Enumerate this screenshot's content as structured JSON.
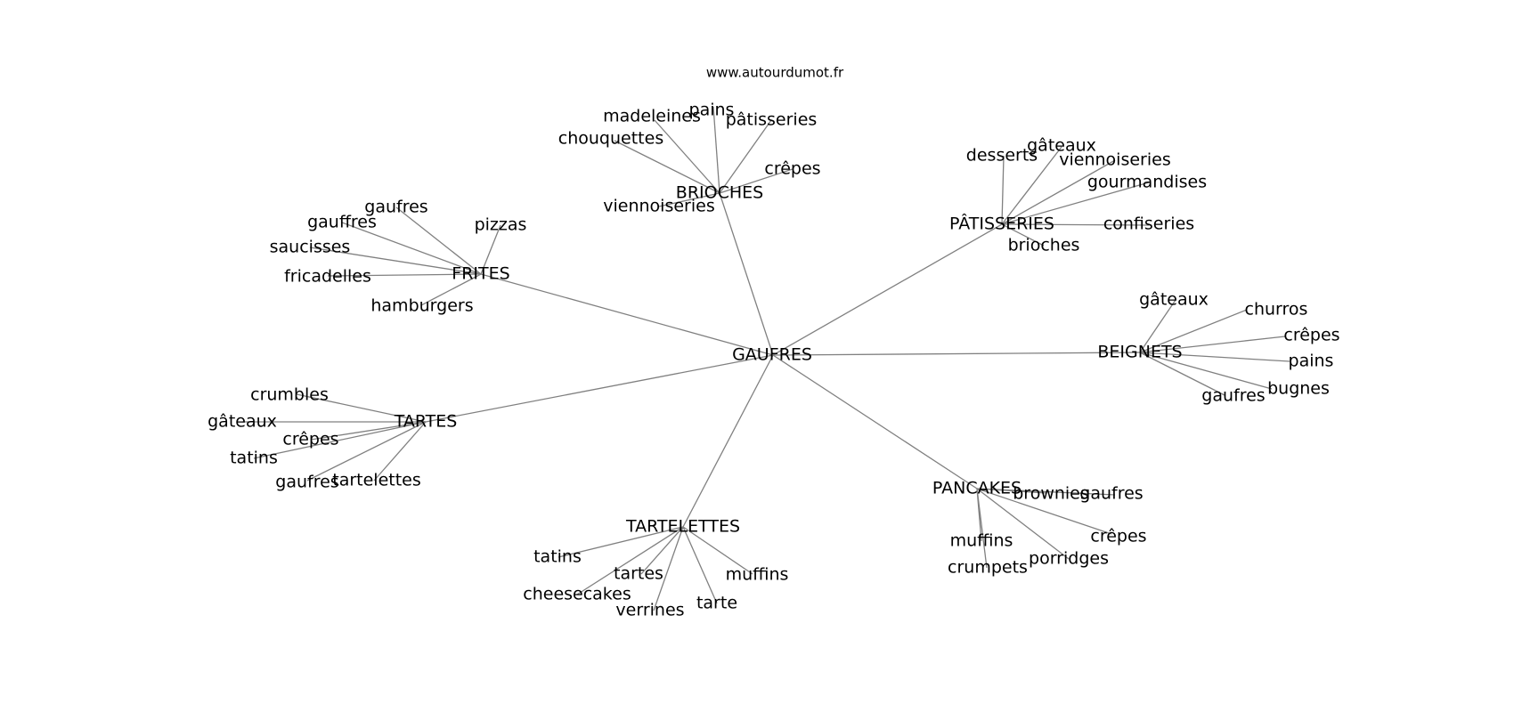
{
  "site": "www.autourdumot.fr",
  "center": "GAUFRES",
  "clusters": [
    {
      "hub": "BRIOCHES",
      "words": [
        "madeleines",
        "pains",
        "pâtisseries",
        "chouquettes",
        "crêpes",
        "viennoiseries"
      ]
    },
    {
      "hub": "PÂTISSERIES",
      "words": [
        "desserts",
        "gâteaux",
        "viennoiseries",
        "gourmandises",
        "confiseries",
        "brioches"
      ]
    },
    {
      "hub": "FRITES",
      "words": [
        "gaufres",
        "gauffres",
        "pizzas",
        "saucisses",
        "fricadelles",
        "hamburgers"
      ]
    },
    {
      "hub": "BEIGNETS",
      "words": [
        "gâteaux",
        "churros",
        "crêpes",
        "pains",
        "bugnes",
        "gaufres"
      ]
    },
    {
      "hub": "TARTES",
      "words": [
        "crumbles",
        "gâteaux",
        "crêpes",
        "tatins",
        "gaufres",
        "tartelettes"
      ]
    },
    {
      "hub": "PANCAKES",
      "words": [
        "brownies",
        "gaufres",
        "crêpes",
        "muffins",
        "crumpets",
        "porridges"
      ]
    },
    {
      "hub": "TARTELETTES",
      "words": [
        "tatins",
        "tartes",
        "cheesecakes",
        "verrines",
        "tarte",
        "muffins"
      ]
    }
  ]
}
